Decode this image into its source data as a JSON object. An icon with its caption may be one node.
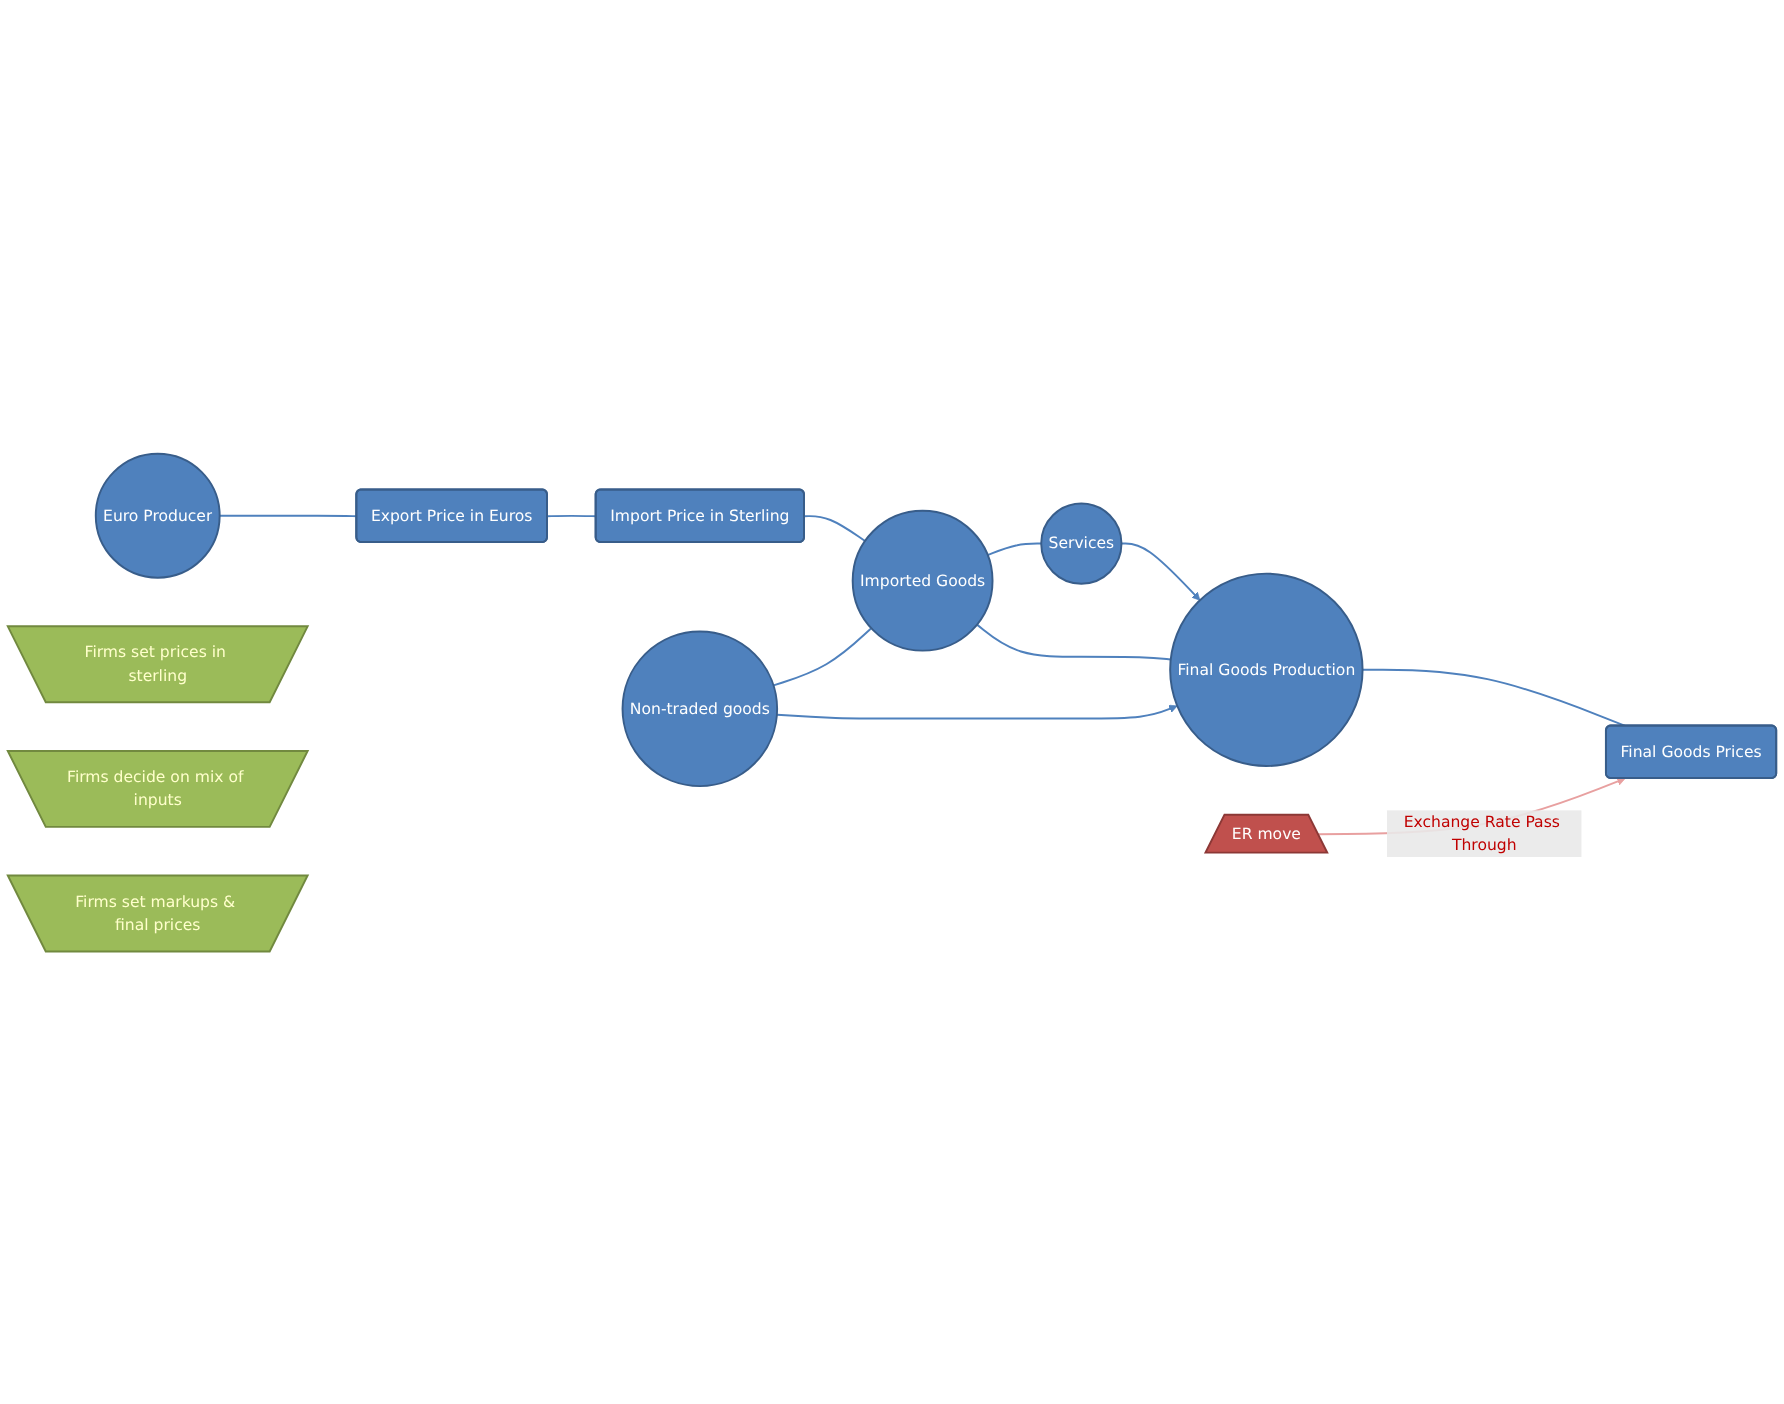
{
  "diagram": {
    "nodes": [
      {
        "text": [
          "Euro Producer"
        ]
      },
      {
        "text": [
          "Export Price in Euros"
        ]
      },
      {
        "text": [
          "Import Price in Sterling"
        ]
      },
      {
        "text": [
          "Non-traded goods"
        ]
      },
      {
        "text": [
          "Imported Goods"
        ]
      },
      {
        "text": [
          "Services"
        ]
      },
      {
        "text": [
          "Final Goods Production"
        ]
      },
      {
        "text": [
          "Final Goods Prices"
        ]
      },
      {
        "text": [
          "Firms set prices in sterling"
        ]
      },
      {
        "text": [
          "Firms decide on mix of inputs"
        ]
      },
      {
        "text": [
          "Firms set markups & final prices"
        ]
      },
      {
        "text": [
          "ER move"
        ]
      }
    ],
    "edges": [
      {
        "from": 0,
        "to": 1,
        "arrow": "none"
      },
      {
        "from": 1,
        "to": 2,
        "arrow": "none"
      },
      {
        "from": 2,
        "to": 4,
        "arrow": "none"
      },
      {
        "from": 3,
        "to": 4,
        "arrow": "none"
      },
      {
        "from": 4,
        "to": 5,
        "arrow": "none"
      },
      {
        "from": 4,
        "to": 6,
        "arrow": "none"
      },
      {
        "from": 6,
        "to": 7,
        "arrow": "none"
      },
      {
        "from": 3,
        "to": 6,
        "arrow": "to"
      },
      {
        "from": 5,
        "to": 6,
        "arrow": "to"
      },
      {
        "from": 11,
        "to": 7,
        "arrow": "to",
        "label": "Exchange Rate Pass Through",
        "color": "#e8a0a0"
      }
    ]
  }
}
